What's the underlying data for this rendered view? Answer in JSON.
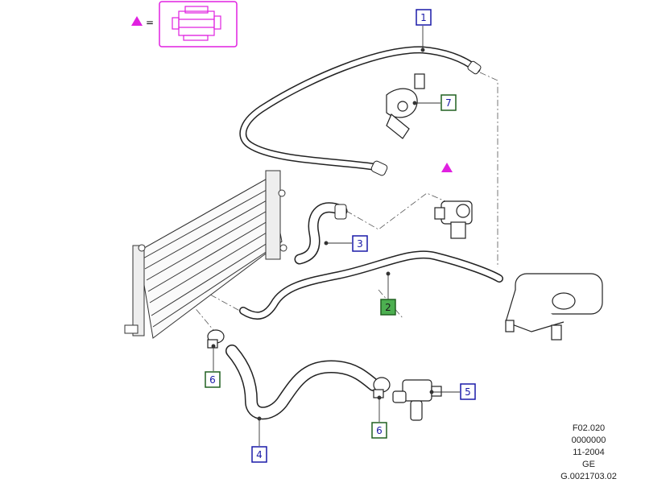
{
  "legend": {
    "equals": "=",
    "marker_icon": "magenta-triangle-icon",
    "engine_icon": "engine-block-icon",
    "accent_color": "#e020e0"
  },
  "callouts": [
    {
      "label": "1",
      "color": "#1a1aa8",
      "fill": "#ffffff"
    },
    {
      "label": "2",
      "color": "#206020",
      "fill": "#4caf50"
    },
    {
      "label": "3",
      "color": "#1a1aa8",
      "fill": "#ffffff"
    },
    {
      "label": "4",
      "color": "#1a1aa8",
      "fill": "#ffffff"
    },
    {
      "label": "5",
      "color": "#1a1aa8",
      "fill": "#ffffff"
    },
    {
      "label": "6",
      "color": "#206020",
      "fill": "#ffffff"
    },
    {
      "label": "6",
      "color": "#206020",
      "fill": "#ffffff"
    },
    {
      "label": "7",
      "color": "#206020",
      "fill": "#ffffff"
    }
  ],
  "footer": {
    "line1": "F02.020",
    "line2": "0000000",
    "line3": "11-2004",
    "line4": "GE",
    "line5": "G.0021703.02"
  }
}
